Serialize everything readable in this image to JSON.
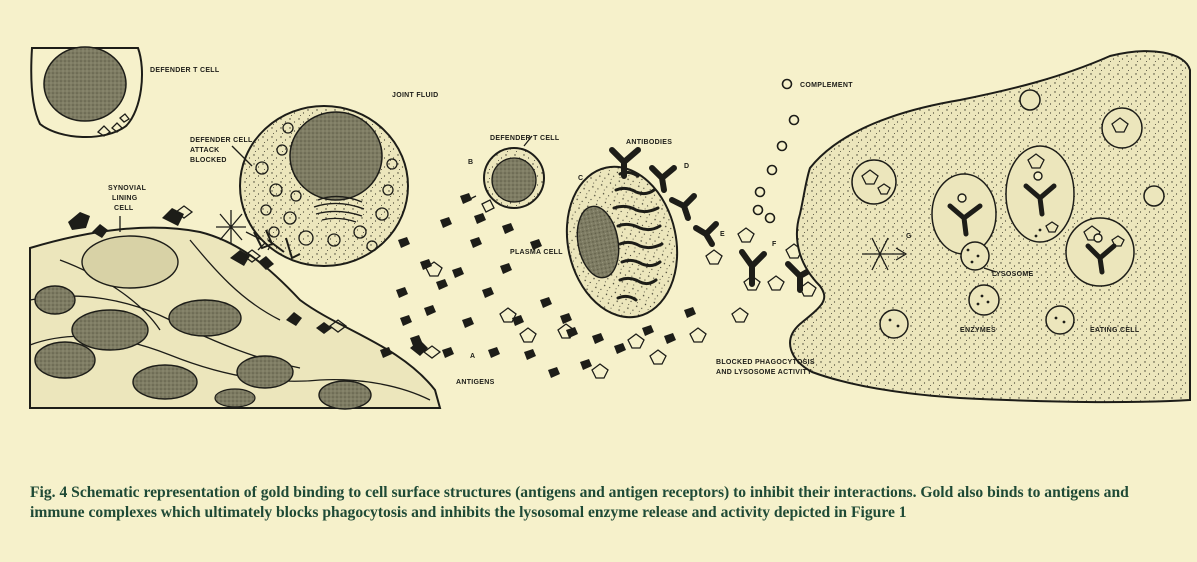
{
  "labels": {
    "defender_t_cell_top": "DEFENDER T CELL",
    "joint_fluid": "JOINT FLUID",
    "defender_cell_attack_blocked": [
      "DEFENDER CELL",
      "ATTACK",
      "BLOCKED"
    ],
    "synovial_lining_cell": [
      "SYNOVIAL",
      "LINING",
      "CELL"
    ],
    "defender_t_cell_mid": "DEFENDER T CELL",
    "antibodies": "ANTIBODIES",
    "plasma_cell": "PLASMA CELL",
    "antigens": "ANTIGENS",
    "complement": "COMPLEMENT",
    "blocked_phagocytosis": [
      "BLOCKED PHAGOCYTOSIS",
      "AND LYSOSOME ACTIVITY"
    ],
    "lysosome": "LYSOSOME",
    "enzymes": "ENZYMES",
    "eating_cell": "EATING CELL",
    "letters": {
      "a": "A",
      "b": "B",
      "c": "C",
      "d": "D",
      "e": "E",
      "f": "F",
      "g": "G"
    }
  },
  "caption": "Fig. 4 Schematic representation of gold binding to cell surface structures (antigens and antigen receptors) to inhibit their interactions. Gold also binds to antigens and immune complexes which ultimately blocks phagocytosis and inhibits the lysosomal enzyme release and activity depicted in Figure 1",
  "colors": {
    "ink": "#1d1d18",
    "paper": "#f6f1cb",
    "cell_fill": "#ece6bc",
    "nucleus": "#8b8a6f",
    "caption": "#1f4a36"
  }
}
